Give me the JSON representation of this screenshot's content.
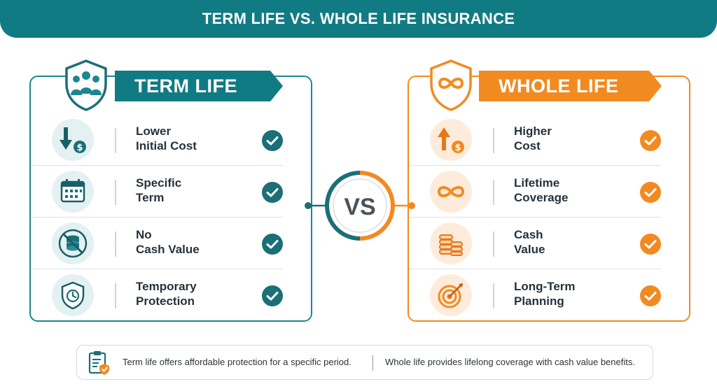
{
  "header": {
    "title": "TERM LIFE VS. WHOLE LIFE INSURANCE"
  },
  "colors": {
    "teal": "#117b83",
    "teal_light": "#1b8790",
    "orange": "#f28a22"
  },
  "term": {
    "title": "TERM LIFE",
    "icon": "family-shield-icon",
    "items": [
      {
        "line1": "Lower",
        "line2": "Initial Cost",
        "icon": "down-arrow-dollar-icon"
      },
      {
        "line1": "Specific",
        "line2": "Term",
        "icon": "calendar-icon"
      },
      {
        "line1": "No",
        "line2": "Cash Value",
        "icon": "no-coins-icon"
      },
      {
        "line1": "Temporary",
        "line2": "Protection",
        "icon": "shield-clock-icon"
      }
    ]
  },
  "whole": {
    "title": "WHOLE LIFE",
    "icon": "infinity-shield-icon",
    "items": [
      {
        "line1": "Higher",
        "line2": "Cost",
        "icon": "up-arrow-dollar-icon"
      },
      {
        "line1": "Lifetime",
        "line2": "Coverage",
        "icon": "infinity-icon"
      },
      {
        "line1": "Cash",
        "line2": "Value",
        "icon": "coins-icon"
      },
      {
        "line1": "Long-Term",
        "line2": "Planning",
        "icon": "target-icon"
      }
    ]
  },
  "vs": {
    "label": "VS"
  },
  "footer": {
    "term_text": "Term life offers affordable protection for a specific period.",
    "whole_text": "Whole life provides lifelong coverage with cash value benefits."
  }
}
